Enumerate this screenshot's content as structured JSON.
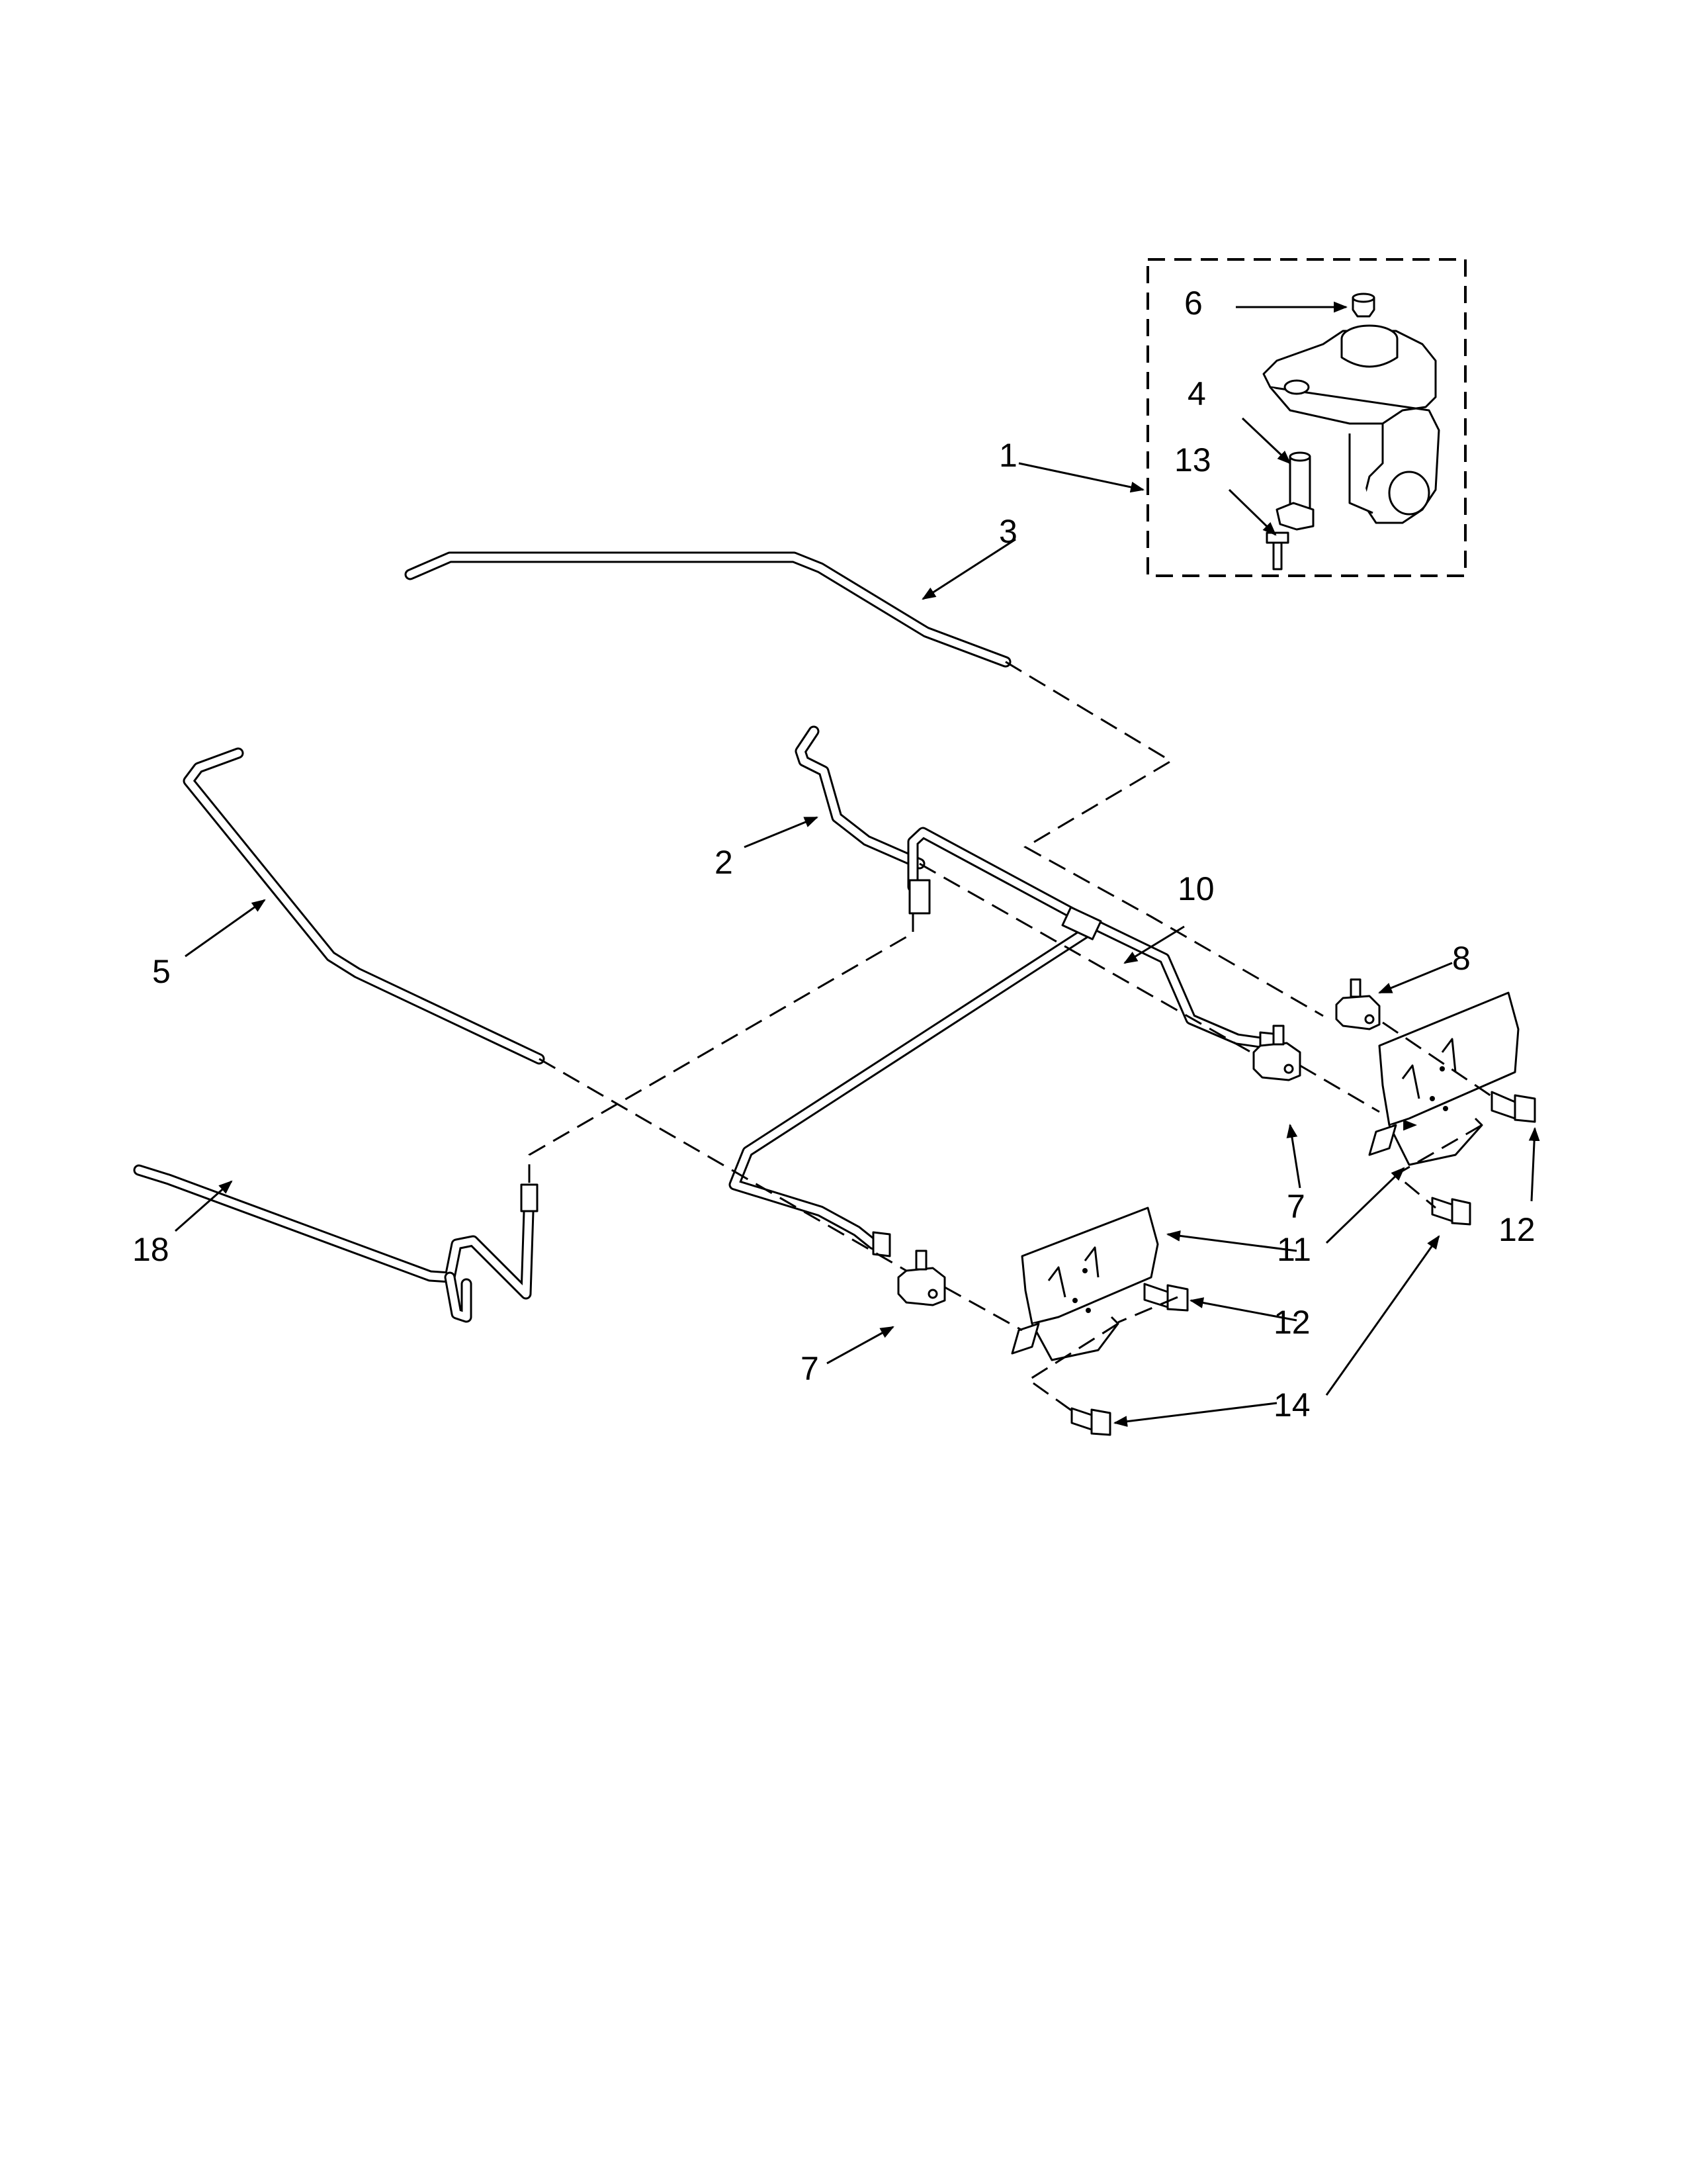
{
  "callouts": {
    "c1": "1",
    "c2": "2",
    "c3": "3",
    "c4": "4",
    "c5": "5",
    "c6": "6",
    "c7a": "7",
    "c7b": "7",
    "c8": "8",
    "c10": "10",
    "c11": "11",
    "c12a": "12",
    "c12b": "12",
    "c13": "13",
    "c14": "14",
    "c18": "18"
  }
}
